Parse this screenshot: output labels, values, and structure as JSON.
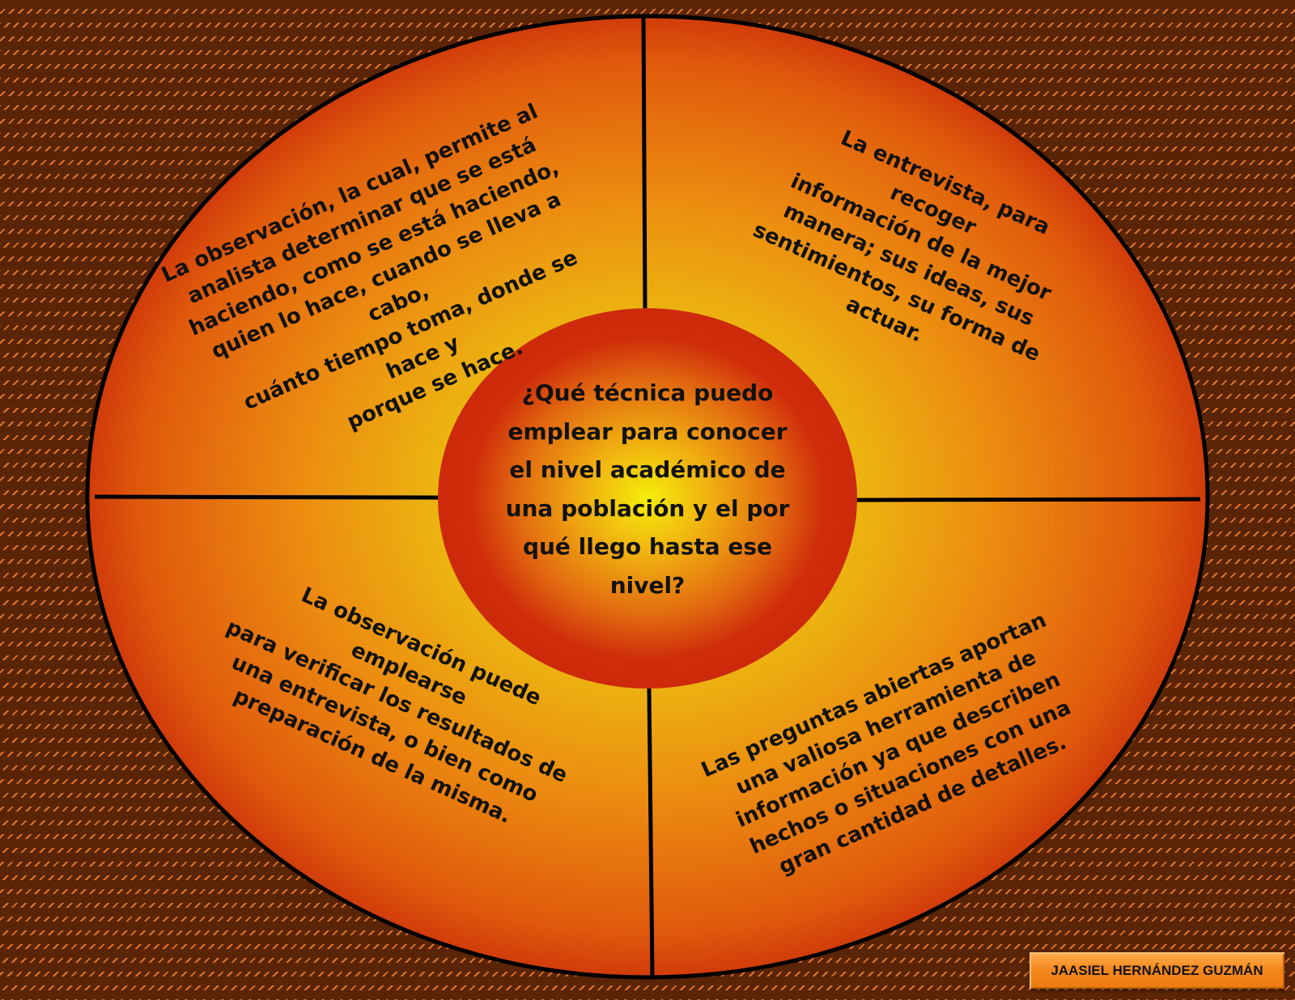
{
  "diagram": {
    "type": "circular-quadrant-diagram",
    "center_question": "¿Qué técnica puedo\nemplear para conocer\nel nivel académico de\nuna población y el por\nqué llego hasta ese\nnivel?",
    "quadrants": {
      "top_left": "La observación, la cual, permite al\nanalista determinar que se está\nhaciendo, como se está haciendo,\nquien lo hace, cuando se lleva a cabo,\ncuánto tiempo toma, donde se hace y\nporque se hace.",
      "top_right": "La entrevista, para recoger\ninformación de la mejor\nmanera; sus ideas, sus\nsentimientos, su forma de\nactuar.",
      "bottom_left": "La observación puede emplearse\npara verificar los resultados de\nuna entrevista, o bien como\npreparación de la misma.",
      "bottom_right": "Las preguntas abiertas aportan\nuna valiosa herramienta de\ninformación ya que describen\nhechos o situaciones con una\ngran cantidad de detalles."
    },
    "author": "JAASIEL HERNÁNDEZ GUZMÁN"
  },
  "colors": {
    "background": "#5a2406",
    "background_pattern": "#e0752a",
    "outer_edge": "#d03a0a",
    "outer_mid": "#eb8a10",
    "outer_center": "#e8b810",
    "inner_edge": "#cc2a0a",
    "inner_center": "#f5e80a",
    "divider": "#000000",
    "author_box": "#f58a1e"
  }
}
